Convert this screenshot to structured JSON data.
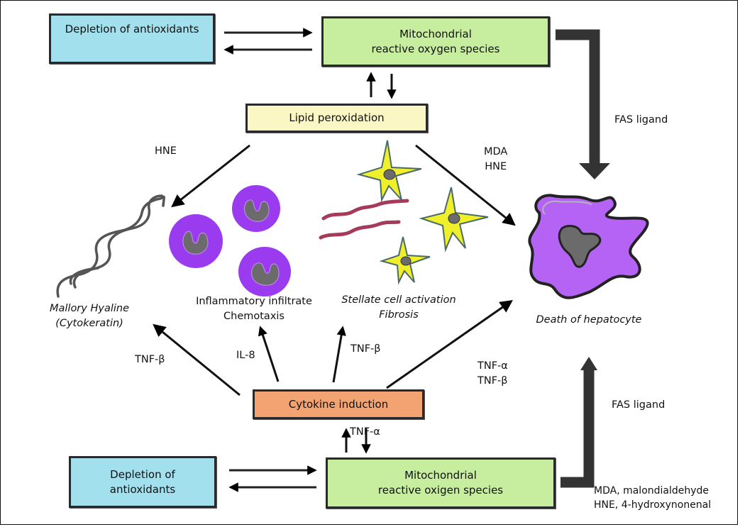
{
  "boxes": {
    "depletion_top": "Depletion of antioxidants",
    "mito_top": "Mitochondrial\nreactive oxygen species",
    "lipid": "Lipid peroxidation",
    "cytokine": "Cytokine induction",
    "depletion_bottom": "Depletion of\nantioxidants",
    "mito_bottom": "Mitochondrial\nreactive oxigen species"
  },
  "labels": {
    "hne_left": "HNE",
    "mda_hne": "MDA\nHNE",
    "fas_top": "FAS ligand",
    "fas_bottom": "FAS ligand",
    "mallory": "Mallory Hyaline\n(Cytokeratin)",
    "inflammatory": "Inflammatory infiltrate\nChemotaxis",
    "stellate": "Stellate cell activation\nFibrosis",
    "death": "Death of hepatocyte",
    "tnf_beta_left": "TNF-β",
    "il8": "IL-8",
    "tnf_beta_mid": "TNF-β",
    "tnf_alpha_beta": "TNF-α\nTNF-β",
    "tnf_alpha_bottom": "TNF-α",
    "legend": "MDA, malondialdehyde\nHNE, 4-hydroxynonenal"
  },
  "colors": {
    "antioxidant_box": "#a1e0ec",
    "mito_box": "#c7ed9f",
    "lipid_box": "#fbf7c4",
    "cytokine_box": "#f2a371",
    "cell_purple": "#9a3bf0",
    "hepatocyte_purple": "#b463f5",
    "stellate_yellow": "#f0f02a",
    "collagen_red": "#a53a5a",
    "nucleus_gray": "#6b6b6b",
    "fas_arrow": "#333333"
  }
}
